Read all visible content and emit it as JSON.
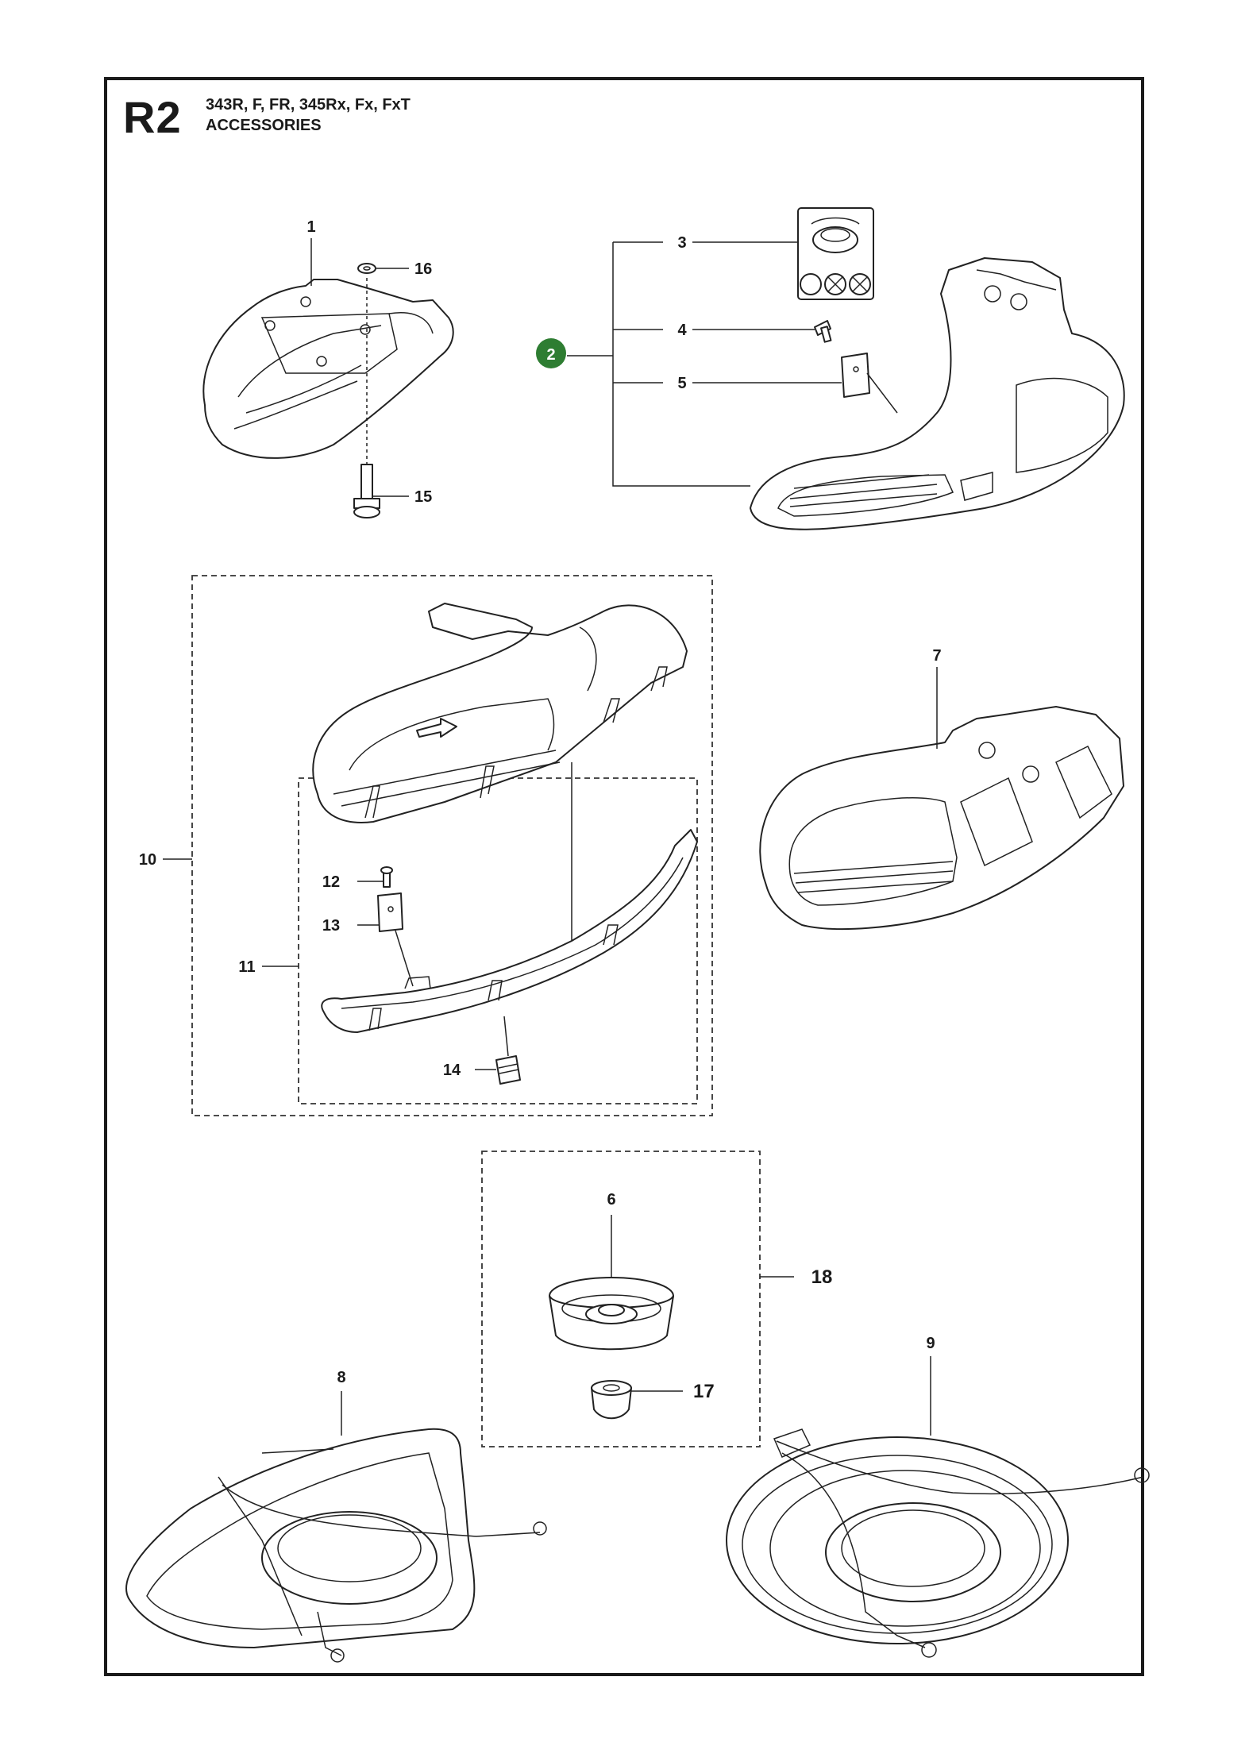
{
  "header": {
    "code": "R2",
    "models": "343R, F, FR, 345Rx, Fx, FxT",
    "section": "ACCESSORIES"
  },
  "callouts": {
    "c1": "1",
    "c2": "2",
    "c3": "3",
    "c4": "4",
    "c5": "5",
    "c6": "6",
    "c7": "7",
    "c8": "8",
    "c9": "9",
    "c10": "10",
    "c11": "11",
    "c12": "12",
    "c13": "13",
    "c14": "14",
    "c15": "15",
    "c16": "16",
    "c17": "17",
    "c18": "18"
  },
  "colors": {
    "frame": "#1a1a1a",
    "kit_badge": "#2e7d32",
    "kit_badge_text": "#ffffff"
  }
}
